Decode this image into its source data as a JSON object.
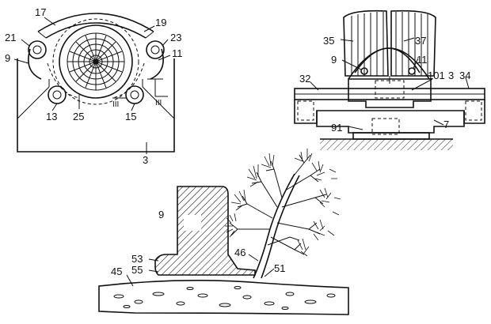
{
  "figures": {
    "side_view": {
      "labels": [
        "17",
        "19",
        "21",
        "23",
        "9",
        "11",
        "13",
        "25",
        "15",
        "3"
      ],
      "ground_marks": [
        "III",
        "III"
      ]
    },
    "front_view": {
      "labels": [
        "35",
        "37",
        "9",
        "11",
        "32",
        "101",
        "3",
        "34",
        "91",
        "7"
      ]
    },
    "field_view": {
      "labels": [
        "9",
        "53",
        "55",
        "45",
        "46",
        "51"
      ]
    }
  }
}
